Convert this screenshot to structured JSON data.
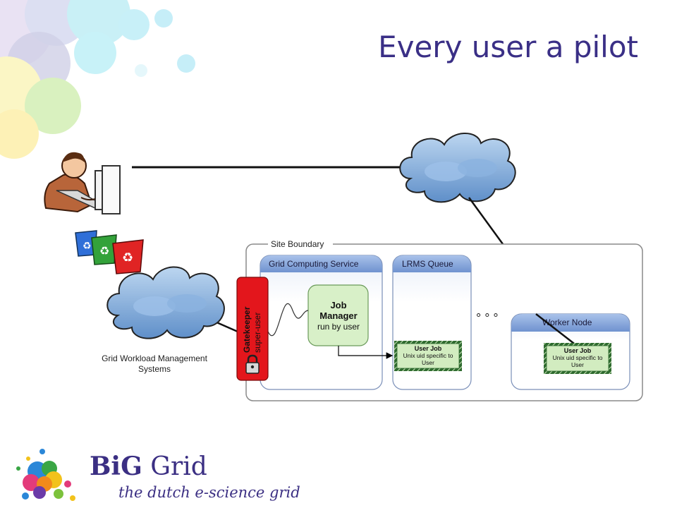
{
  "slide": {
    "title": "Every user a pilot"
  },
  "diagram": {
    "site_boundary_label": "Site Boundary",
    "grid_computing_service_label": "Grid Computing Service",
    "lrms_queue_label": "LRMS Queue",
    "worker_node_label": "Worker Node",
    "gatekeeper": {
      "title": "Gatekeeper",
      "subtitle": "super-user"
    },
    "job_manager": {
      "line1": "Job",
      "line2": "Manager",
      "line3": "run by user"
    },
    "queue_job": {
      "title": "User Job",
      "line1": "Unix uid specific to",
      "line2": "User"
    },
    "worker_job": {
      "title": "User Job",
      "line1": "Unix uid specific to",
      "line2": "User"
    },
    "ellipsis": "° ° °",
    "wms_label_line1": "Grid Workload Management",
    "wms_label_line2": "Systems"
  },
  "branding": {
    "logo_bold": "BiG",
    "logo_rest": " Grid",
    "tagline": "the dutch e-science grid"
  },
  "colors": {
    "title": "#3a2f86",
    "gatekeeper_red": "#e3161c",
    "job_manager_green": "#d8f0c8",
    "panel_header_blue": "#7f9fd3",
    "cloud_blue": "#7fa9d9"
  },
  "icons": {
    "user": "user-at-computer-icon",
    "bins": "recycle-bins-icon",
    "cloud": "cloud-icon",
    "lock": "padlock-icon"
  }
}
